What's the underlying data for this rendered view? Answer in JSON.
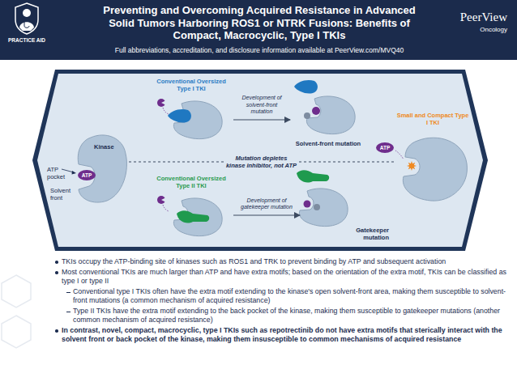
{
  "diagram": {
    "title": "Preventing and Overcoming Acquired Resistance in Advanced Solid Tumors Harboring ROS1 or NTRK Fusions: Benefits of Compact, Macrocyclic, Type I TKIs",
    "nodes": [
      {
        "text": [
          "Conventional Oversized Type I TKI"
        ]
      },
      {
        "text": [
          "Solvent-front mutation"
        ]
      },
      {
        "text": [
          "Kinase"
        ]
      },
      {
        "text": [
          "ATP"
        ],
        "in": 2
      },
      {
        "text": [
          "Small and Compact Type I TKI"
        ]
      },
      {
        "text": [
          "ATP"
        ]
      },
      {
        "text": [
          "Conventional Oversized Type II TKI"
        ]
      },
      {
        "text": [
          "Gatekeeper mutation"
        ]
      }
    ],
    "edges": [
      {
        "from": 0,
        "to": 1,
        "label": "Development of solvent-front mutation",
        "arrow": "to"
      },
      {
        "from": 2,
        "to": 4,
        "label": "Mutation depletes kinase inhibitor, not ATP",
        "arrow": "none"
      },
      {
        "from": 6,
        "to": 7,
        "label": "Development of gatekeeper mutation",
        "arrow": "to"
      }
    ],
    "labels": [
      "PRACTICE AID",
      "Full abbreviations, accreditation, and disclosure information available at PeerView.com/MVQ40",
      "PeerView",
      "Oncology",
      "ATP pocket",
      "Solvent front",
      "TKIs occupy the ATP-binding site of kinases such as ROS1 and TRK to prevent binding by ATP and subsequent activation",
      "Most conventional TKIs are much larger than ATP and have extra motifs; based on the orientation of the extra motif, TKIs can be classified as type I or type II",
      "Conventional type I TKIs often have the extra motif extending to the kinase's open solvent-front area, making them susceptible to solvent-front mutations (a common mechanism of acquired resistance)",
      "Type II TKIs have the extra motif extending to the back pocket of the kinase, making them susceptible to gatekeeper mutations (another common mechanism of acquired resistance)",
      "In contrast, novel, compact, macrocyclic, type I TKIs such as repotrectinib do not have extra motifs that sterically interact with the solvent front or back pocket of the kinase, making them insusceptible to common mechanisms of acquired resistance"
    ]
  }
}
